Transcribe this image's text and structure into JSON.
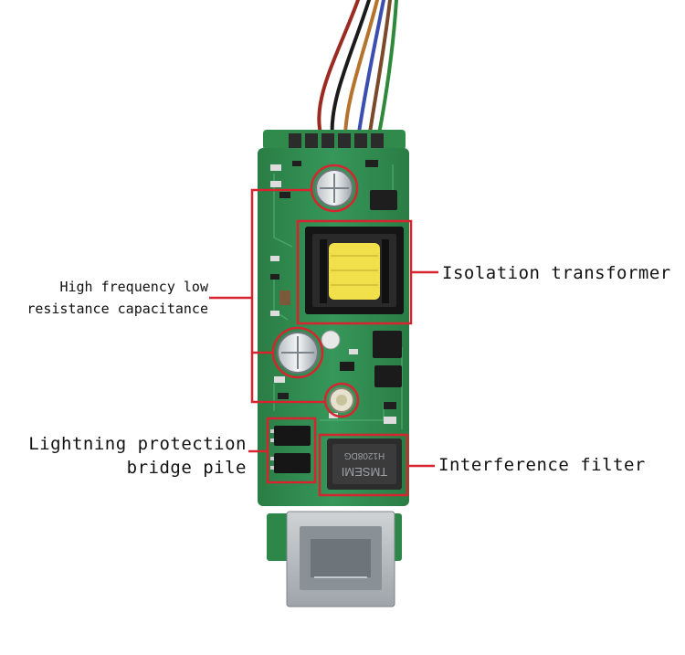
{
  "callouts": {
    "capacitance_line1": "High frequency low",
    "capacitance_line2": "resistance capacitance",
    "transformer": "Isolation transformer",
    "lightning_line1": "Lightning protection",
    "lightning_line2": "bridge pile",
    "filter": "Interference filter"
  },
  "components": {
    "filter_chip_text1": "TMSEMI",
    "filter_chip_text2": "H1208DG"
  },
  "colors": {
    "pcb_green": "#2e8a4a",
    "highlight_red": "#d6252f",
    "transformer_yellow": "#f2e04a"
  }
}
